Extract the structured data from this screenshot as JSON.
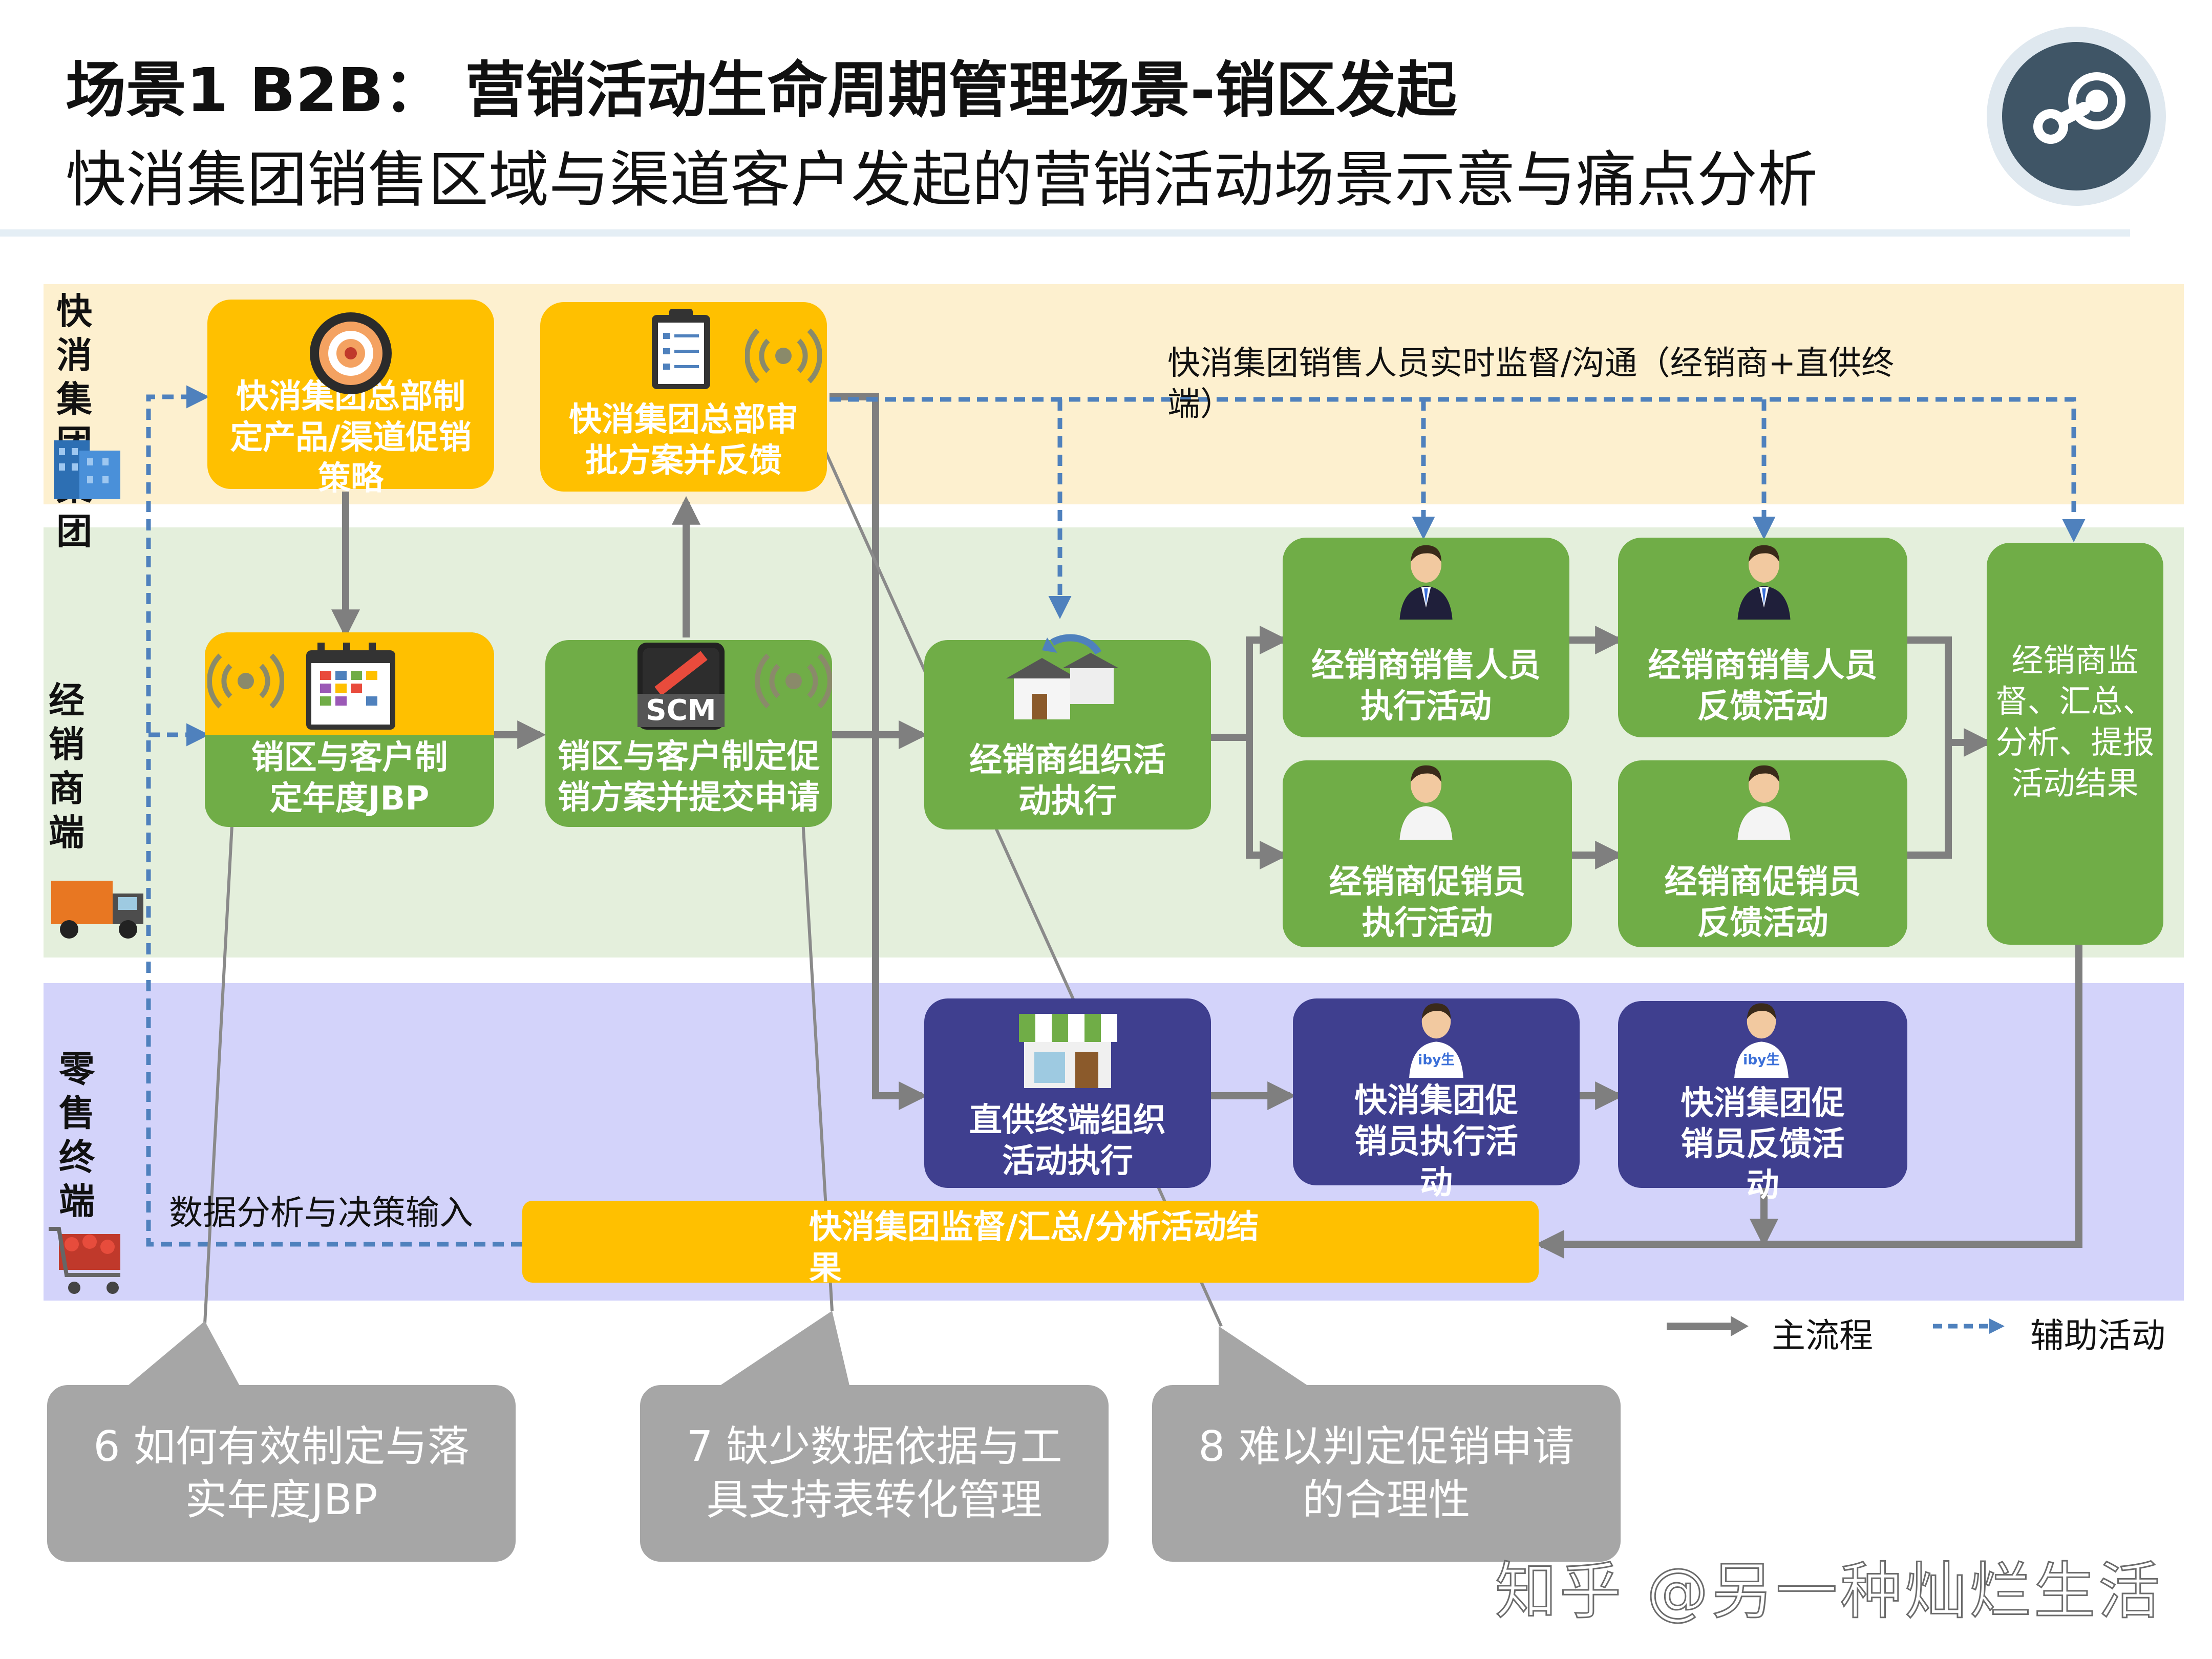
{
  "header": {
    "title_line1": "场景1 B2B： 营销活动生命周期管理场景-销区发起",
    "title_line2": "快消集团销售区域与渠道客户发起的营销活动场景示意与痛点分析"
  },
  "lanes": {
    "group": "快消集团集团",
    "distributor": "经销商端",
    "retail": "零售终端"
  },
  "nodes": {
    "hq_strategy": "快消集团总部制定产品/渠道促销策略",
    "hq_approve": "快消集团总部审批方案并反馈",
    "region_jbp": "销区与客户制定年度JBP",
    "scm_label": "SCM",
    "region_plan": "销区与客户制定促销方案并提交申请",
    "dist_exec": "经销商组织活动执行",
    "dist_sales_exec": "经销商销售人员执行活动",
    "dist_sales_fb": "经销商销售人员反馈活动",
    "dist_promo_exec": "经销商促销员执行活动",
    "dist_promo_fb": "经销商促销员反馈活动",
    "dist_summary": "经销商监督、汇总、分析、提报活动结果",
    "direct_exec": "直供终端组织活动执行",
    "group_promo_exec": "快消集团促销员执行活动",
    "group_promo_fb": "快消集团促销员反馈活动",
    "group_summary": "快消集团监督/汇总/分析活动结果",
    "shirt_text": "iby生"
  },
  "annotations": {
    "monitor": "快消集团销售人员实时监督/沟通（经销商+直供终端）",
    "data_input": "数据分析与决策输入"
  },
  "legend": {
    "main": "主流程",
    "aux": "辅助活动"
  },
  "callouts": [
    "6 如何有效制定与落实年度JBP",
    "7 缺少数据依据与工具支持表转化管理",
    "8 难以判定促销申请的合理性"
  ],
  "watermark": "知乎 @另一种灿烂生活",
  "colors": {
    "group_lane": "#fdf0cf",
    "distributor_lane": "#e4efdc",
    "retail_lane": "#d3d3fa",
    "yellow_box": "#ffc000",
    "green_box": "#70ad47",
    "purple_box": "#3f3f8f",
    "main_arrow": "#7f7f7f",
    "aux_arrow": "#4f81bd",
    "callout": "#a6a6a6"
  }
}
